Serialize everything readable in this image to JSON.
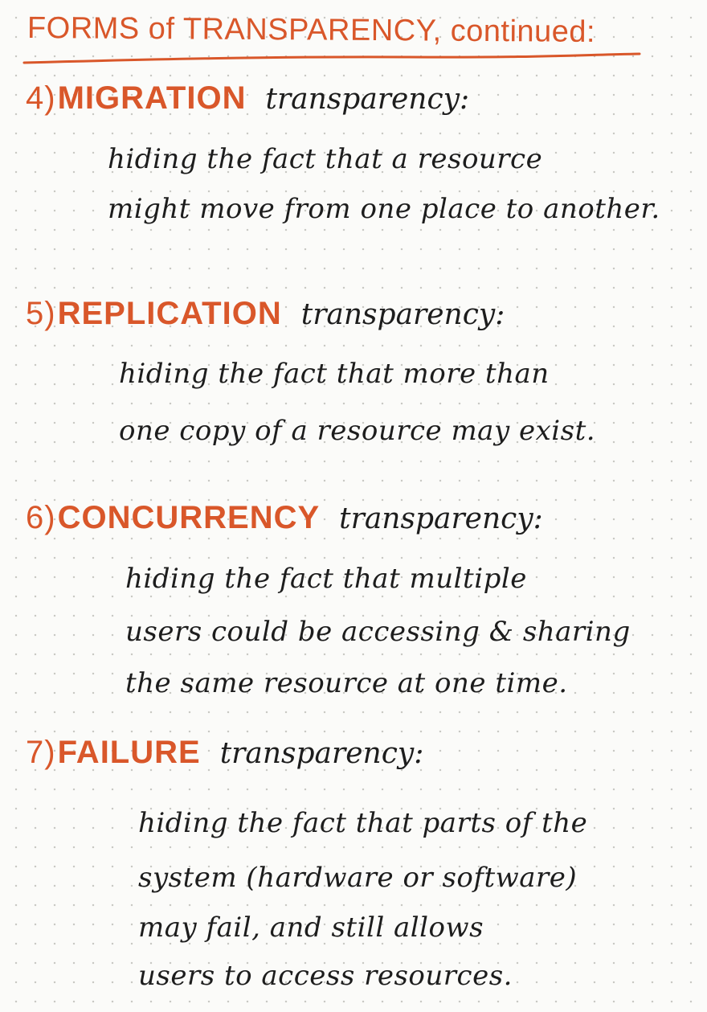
{
  "title": "FORMS of TRANSPARENCY, continued:",
  "accent_color": "#d9572a",
  "sections": [
    {
      "number": "4)",
      "name": "MIGRATION",
      "suffix": "transparency:",
      "lines": [
        "hiding the fact that a resource",
        "might move from one place to another."
      ]
    },
    {
      "number": "5)",
      "name": "REPLICATION",
      "suffix": "transparency:",
      "lines": [
        "hiding the fact that more than",
        "one copy of a resource may exist."
      ]
    },
    {
      "number": "6)",
      "name": "CONCURRENCY",
      "suffix": "transparency:",
      "lines": [
        "hiding the fact that multiple",
        "users could be accessing & sharing",
        "the same resource at one time."
      ]
    },
    {
      "number": "7)",
      "name": "FAILURE",
      "suffix": "transparency:",
      "lines": [
        "hiding the fact that parts of the",
        "system (hardware or software)",
        "may fail, and still allows",
        "users to access resources."
      ]
    }
  ]
}
